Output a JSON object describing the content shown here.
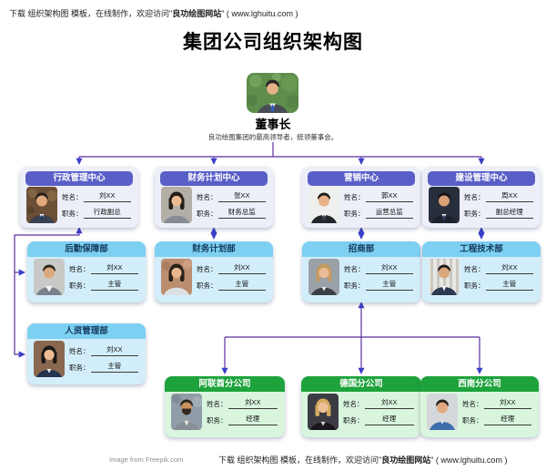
{
  "colors": {
    "l1_header": "#5a5fc7",
    "l1_bg": "#edeff8",
    "l2_header": "#7dd0f2",
    "l2_bg": "#d3eefb",
    "l2_text": "#143a5e",
    "l3_header": "#1ea33c",
    "l3_bg": "#d9f5de",
    "line": "#5a2f9d",
    "arrow": "#3c40c8"
  },
  "header": {
    "note_prefix": "下载 组织架构图 模板，在线制作，欢迎访问\"",
    "note_brand": "良功绘图网站",
    "note_suffix": "\" ( www.lghuitu.com )",
    "title": "集团公司组织架构图"
  },
  "labels": {
    "name": "姓名：",
    "role": "职务："
  },
  "chairman": {
    "title": "董事长",
    "desc": "良功绘图集团的最高领导者，统领董事会。"
  },
  "level1": [
    {
      "dept": "行政管理中心",
      "name": "刘XX",
      "role": "行政副总"
    },
    {
      "dept": "财务计划中心",
      "name": "张XX",
      "role": "财务总监"
    },
    {
      "dept": "营销中心",
      "name": "郭XX",
      "role": "运营总监"
    },
    {
      "dept": "建设管理中心",
      "name": "周XX",
      "role": "副总经理"
    }
  ],
  "level2": [
    {
      "dept": "后勤保障部",
      "name": "刘XX",
      "role": "主管"
    },
    {
      "dept": "财务计划部",
      "name": "刘XX",
      "role": "主管"
    },
    {
      "dept": "招商部",
      "name": "刘XX",
      "role": "主管"
    },
    {
      "dept": "工程技术部",
      "name": "刘XX",
      "role": "主管"
    },
    {
      "dept": "人资管理部",
      "name": "刘XX",
      "role": "主管"
    }
  ],
  "level3": [
    {
      "dept": "阿联酋分公司",
      "name": "刘XX",
      "role": "经理"
    },
    {
      "dept": "德国分公司",
      "name": "刘XX",
      "role": "经理"
    },
    {
      "dept": "西南分公司",
      "name": "刘XX",
      "role": "经理"
    }
  ],
  "footer": {
    "credit": "Image from Freepik.com",
    "note_prefix": "下载 组织架构图 模板，在线制作，欢迎访问\"",
    "note_brand": "良功绘图网站",
    "note_suffix": "\" ( www.lghuitu.com )"
  }
}
